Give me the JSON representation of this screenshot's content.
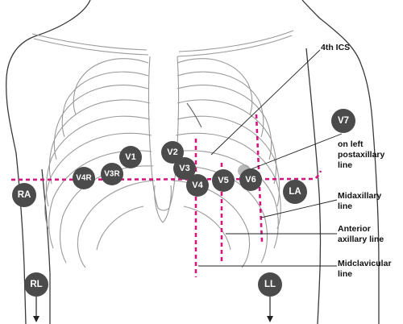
{
  "colors": {
    "reference_line": "#d4147f",
    "electrode": "#4b4b4b",
    "electrode_text": "#ffffff",
    "annotation_text": "#111111"
  },
  "electrodes": [
    {
      "id": "RA",
      "label": "RA"
    },
    {
      "id": "RL",
      "label": "RL"
    },
    {
      "id": "LA",
      "label": "LA"
    },
    {
      "id": "LL",
      "label": "LL"
    },
    {
      "id": "V1",
      "label": "V1"
    },
    {
      "id": "V2",
      "label": "V2"
    },
    {
      "id": "V3",
      "label": "V3"
    },
    {
      "id": "V3R",
      "label": "V3R"
    },
    {
      "id": "V4R",
      "label": "V4R"
    },
    {
      "id": "V4",
      "label": "V4"
    },
    {
      "id": "V5",
      "label": "V5"
    },
    {
      "id": "V6",
      "label": "V6"
    },
    {
      "id": "V7",
      "label": "V7"
    }
  ],
  "annotations": {
    "ics": "4th ICS",
    "v7_line1": "on left",
    "v7_line2": "postaxillary",
    "v7_line3": "line",
    "midaxillary_line1": "Midaxillary",
    "midaxillary_line2": "line",
    "anterior_line1": "Anterior",
    "anterior_line2": "axillary line",
    "midclavicular_line1": "Midclavicular",
    "midclavicular_line2": "line"
  }
}
